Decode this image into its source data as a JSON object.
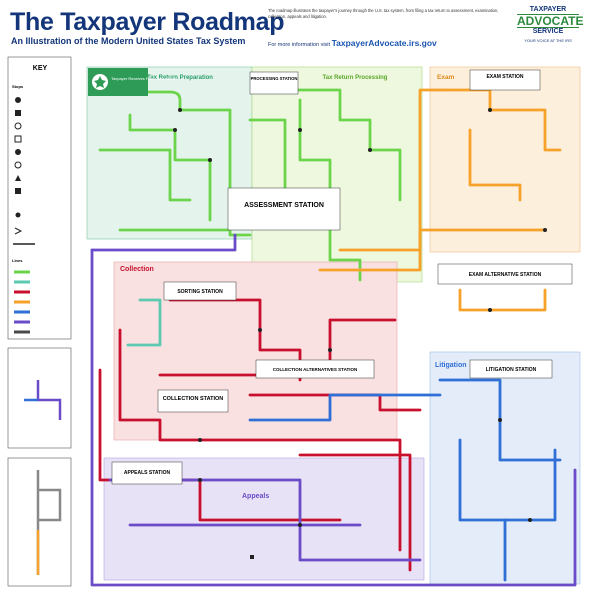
{
  "header": {
    "title": "The Taxpayer Roadmap",
    "subtitle": "An Illustration of the Modern United States Tax System",
    "intro": "The roadmap illustrates the taxpayer's journey through the U.S. tax system, from filing a tax return to assessment, examination, collection, appeals and litigation.",
    "more_prefix": "For more information visit",
    "more_link": "TaxpayerAdvocate.irs.gov"
  },
  "logo": {
    "line1": "TAXPAYER",
    "line2": "ADVOCATE",
    "line3": "SERVICE",
    "tagline": "YOUR VOICE AT THE IRS"
  },
  "zones": {
    "preparation": "Tax Return Preparation",
    "processing": "Tax Return Processing",
    "exam": "Exam",
    "collection": "Collection",
    "litigation": "Litigation",
    "appeals": "Appeals"
  },
  "stations": {
    "start": "Taxpayer Receives Filing Information",
    "processing": "PROCESSING STATION",
    "assessment": "ASSESSMENT STATION",
    "exam_station": "EXAM STATION",
    "exam_alternative": "EXAM ALTERNATIVE STATION",
    "sorting": "SORTING STATION",
    "collection_alternatives": "COLLECTION ALTERNATIVES STATION",
    "collection": "COLLECTION STATION",
    "appeals": "APPEALS STATION",
    "litigation": "LITIGATION STATION"
  },
  "key": {
    "title": "KEY",
    "stops_label": "Stops",
    "lines_label": "Lines"
  },
  "colors": {
    "title_blue": "#13357a",
    "line_green": "#6cd44a",
    "line_teal": "#5cc9b0",
    "line_red": "#c8102e",
    "line_orange": "#f5a12a",
    "line_blue": "#2f6fd6",
    "line_purple": "#6a4bc8",
    "line_darkgray": "#4a4a4a",
    "zone_preparation": "#e4f4ec",
    "zone_processing": "#eef8df",
    "zone_exam": "#fcefdc",
    "zone_collection": "#f9e1e1",
    "zone_litigation": "#e3ecf8",
    "zone_appeals": "#e8e2f6"
  }
}
